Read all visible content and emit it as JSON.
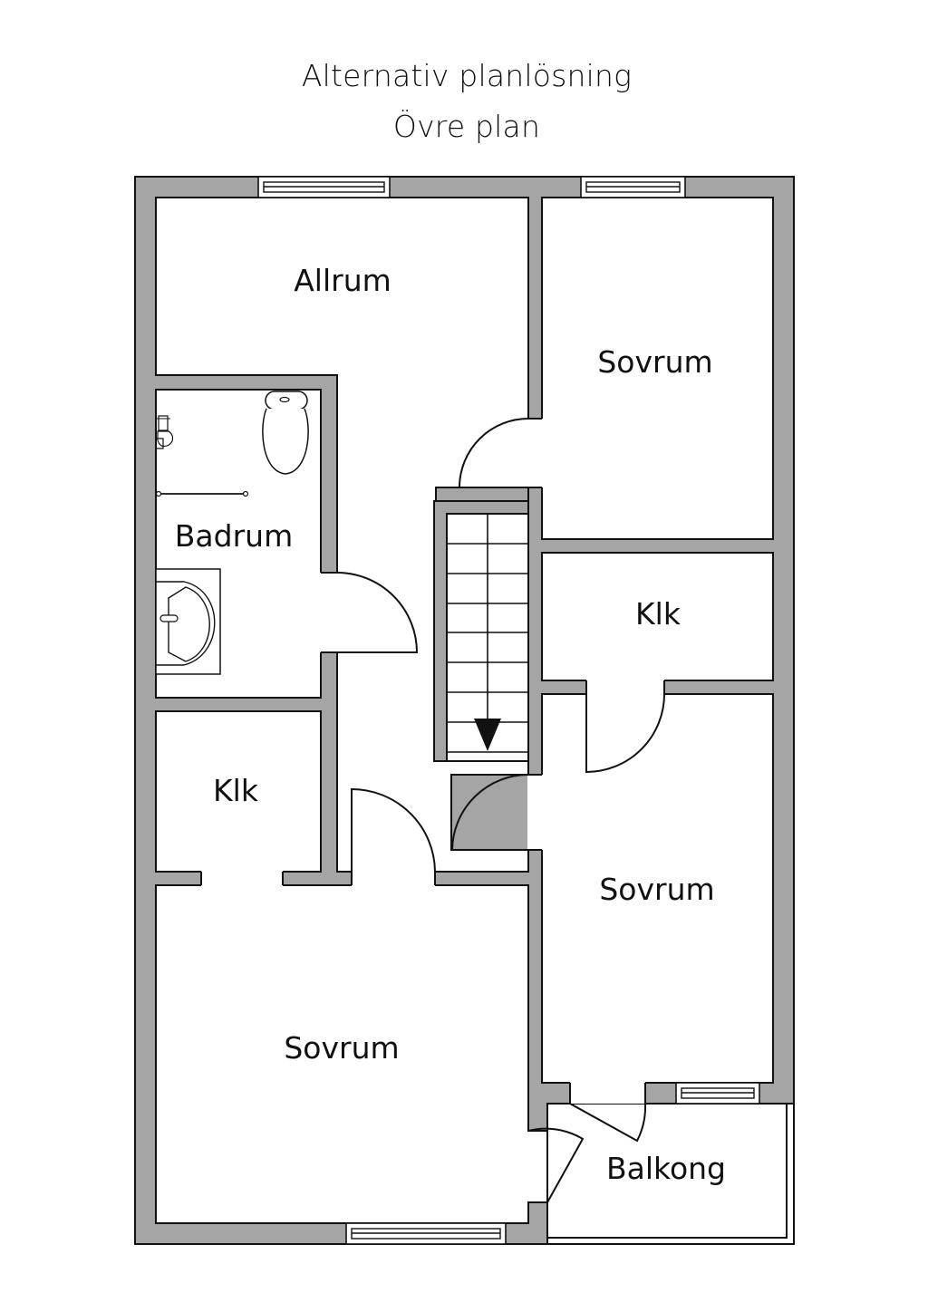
{
  "header": {
    "title": "Alternativ planlösning",
    "subtitle": "Övre plan"
  },
  "rooms": [
    {
      "id": "allrum",
      "label": "Allrum"
    },
    {
      "id": "sovrum-top-right",
      "label": "Sovrum"
    },
    {
      "id": "badrum",
      "label": "Badrum"
    },
    {
      "id": "klk-right",
      "label": "Klk"
    },
    {
      "id": "klk-left",
      "label": "Klk"
    },
    {
      "id": "sovrum-mid-right",
      "label": "Sovrum"
    },
    {
      "id": "sovrum-bottom-left",
      "label": "Sovrum"
    },
    {
      "id": "balkong",
      "label": "Balkong"
    }
  ],
  "fixtures": {
    "toilet": "toilet-icon",
    "sink": "sink-icon",
    "shower": "shower-icon",
    "staircase": "staircase-icon",
    "stair_direction": "down"
  },
  "colors": {
    "wall": "#a5a5a5",
    "outline": "#111111",
    "background": "#ffffff"
  }
}
